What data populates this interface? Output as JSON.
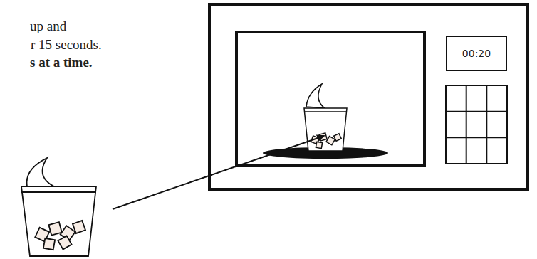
{
  "diagram": {
    "nodes": [
      {
        "text": [
          "00:20"
        ]
      }
    ],
    "labels": [
      "up and",
      "r 15 seconds.",
      "s at a time."
    ]
  }
}
